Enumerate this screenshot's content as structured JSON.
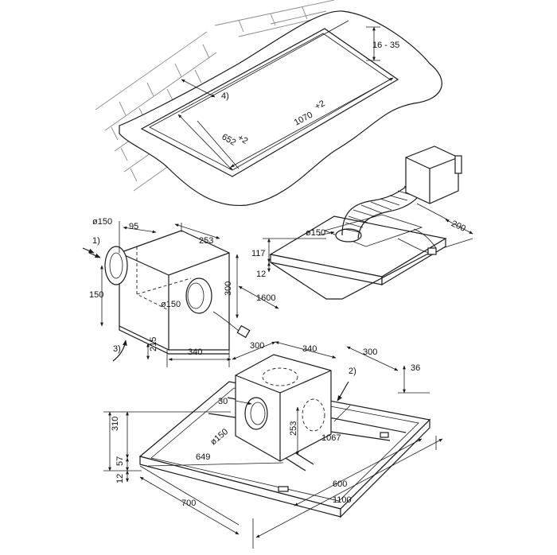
{
  "labels": {
    "d16_35": "16 - 35",
    "callout4": "4)",
    "d1070": "1070",
    "d1070_tol": "+2",
    "d652": "652",
    "d652_tol": "+2",
    "d150_inlet": "ø150",
    "d95": "95",
    "d253_top": "253",
    "callout1": "1)",
    "d150_side": "150",
    "d300_box": "300",
    "d1600": "1600",
    "d150_outlet": "ø150",
    "callout3": "3)",
    "d215": "215",
    "d340_box": "340",
    "d117": "117",
    "d12_ceiling": "12",
    "d150_ceiling": "ø150",
    "d200": "200",
    "d300_front": "300",
    "d340_front": "340",
    "d300_right": "300",
    "d36": "36",
    "callout2": "2)",
    "d30": "30",
    "d310": "310",
    "d253_front": "253",
    "d150_front": "ø150",
    "d1067": "1067",
    "d57": "57",
    "d12_front": "12",
    "d649": "649",
    "d600": "600",
    "d700": "700",
    "d1100": "1100"
  }
}
